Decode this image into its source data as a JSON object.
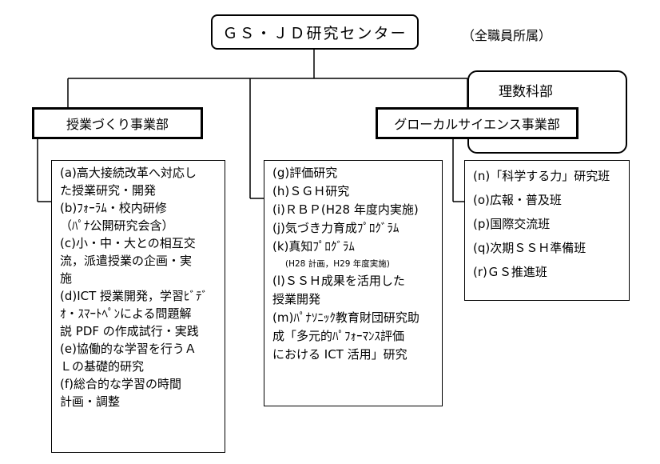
{
  "center": {
    "title": "ＧＳ・ＪＤ研究センター",
    "note": "（全職員所属）"
  },
  "rika": {
    "label": "理数科部"
  },
  "departments": {
    "left": "授業づくり事業部",
    "right": "グローカルサイエンス事業部"
  },
  "left_items": [
    "(a)高大接続改革へ対応し",
    "た授業研究・開発",
    "(b)ﾌｫｰﾗﾑ・校内研修",
    "（ﾊﾟﾅ公開研究会含）",
    "(c)小・中・大との相互交",
    "流，派遣授業の企画・実",
    "施",
    "(d)ICT 授業開発，学習ﾋﾞﾃﾞ",
    "ｵ・ｽﾏｰﾄﾍﾟﾝによる問題解",
    "説 PDF の作成試行・実践",
    "(e)協働的な学習を行うＡ",
    "Ｌの基礎的研究",
    "(f)総合的な学習の時間",
    "計画・調整"
  ],
  "middle_items": [
    {
      "text": "(g)評価研究",
      "small": false
    },
    {
      "text": "(h)ＳＧＨ研究",
      "small": false
    },
    {
      "text": "(i)ＲＢＰ(H28 年度内実施)",
      "small": false
    },
    {
      "text": "(j)気づき力育成ﾌﾟﾛｸﾞﾗﾑ",
      "small": false
    },
    {
      "text": "(k)真知ﾌﾟﾛｸﾞﾗﾑ",
      "small": false
    },
    {
      "text": "(H28 計画，H29 年度実施)",
      "small": true
    },
    {
      "text": "(l)ＳＳＨ成果を活用した",
      "small": false
    },
    {
      "text": "授業開発",
      "small": false
    },
    {
      "text": "(m)ﾊﾟﾅｿﾆｯｸ教育財団研究助",
      "small": false
    },
    {
      "text": "成「多元的ﾊﾟﾌｫｰﾏﾝｽ評価",
      "small": false
    },
    {
      "text": "における ICT 活用」研究",
      "small": false
    }
  ],
  "right_items": [
    "(n)「科学する力」研究班",
    "(o)広報・普及班",
    "(p)国際交流班",
    "(q)次期ＳＳＨ準備班",
    "(r)ＧＳ推進班"
  ]
}
